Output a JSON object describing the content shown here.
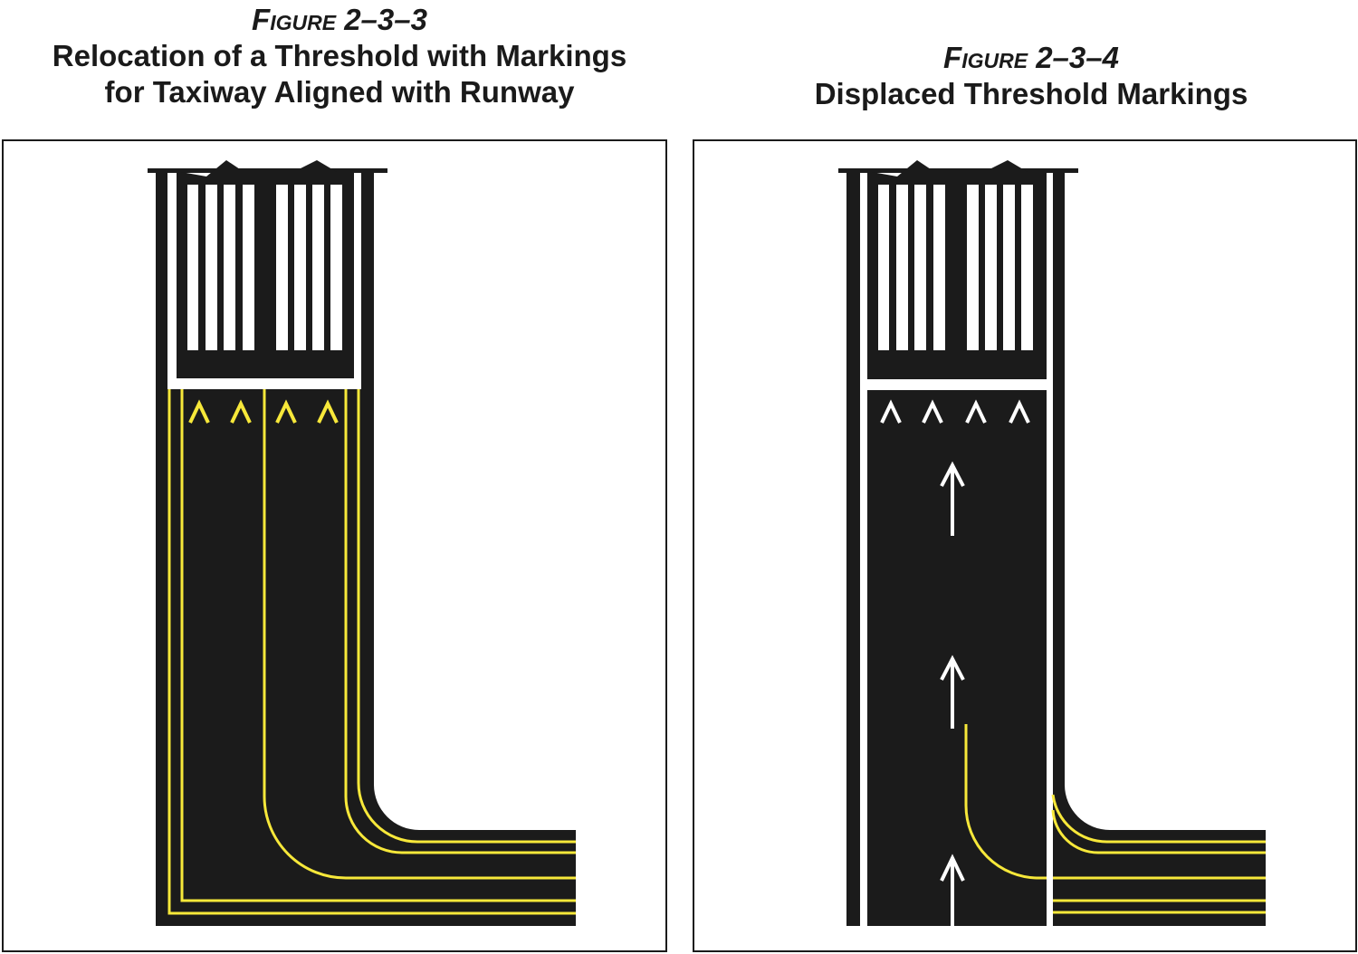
{
  "figures": [
    {
      "label": "Figure 2–3–3",
      "title_line1": "Relocation of a Threshold with Markings",
      "title_line2": "for Taxiway Aligned with Runway"
    },
    {
      "label": "Figure 2–3–4",
      "title_line1": "Displaced Threshold Markings"
    }
  ],
  "colors": {
    "pavement": "#1b1b1b",
    "marking_white": "#ffffff",
    "marking_yellow": "#f7e83a"
  }
}
